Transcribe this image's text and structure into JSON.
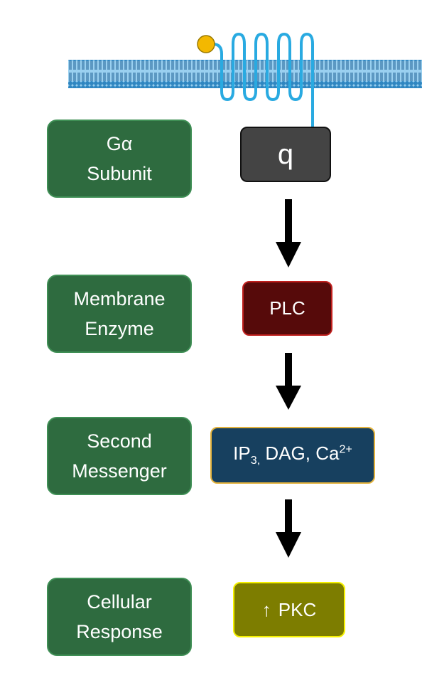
{
  "rows": [
    {
      "label_line1": "Gα",
      "label_line2": "Subunit",
      "value": "q"
    },
    {
      "label_line1": "Membrane",
      "label_line2": "Enzyme",
      "value": "PLC"
    },
    {
      "label_line1": "Second",
      "label_line2": "Messenger",
      "value_parts": {
        "ip": "IP",
        "ip_sub": "3,",
        "mid": " DAG, Ca",
        "ca_sup": "2+"
      }
    },
    {
      "label_line1": "Cellular",
      "label_line2": "Response",
      "value_arrow": "↑",
      "value_text": "PKC"
    }
  ],
  "colors": {
    "label_box": "#2e6b3f",
    "g_protein_box": "#444444",
    "plc_box": "#560a0a",
    "messenger_box": "#17405f",
    "pkc_box": "#7d7d00",
    "receptor": "#29aae1",
    "ligand": "#f3b800",
    "membrane": "#2f86c1"
  },
  "icons": [
    "lipid-bilayer-membrane",
    "gpcr-receptor",
    "ligand-circle",
    "down-arrow"
  ]
}
